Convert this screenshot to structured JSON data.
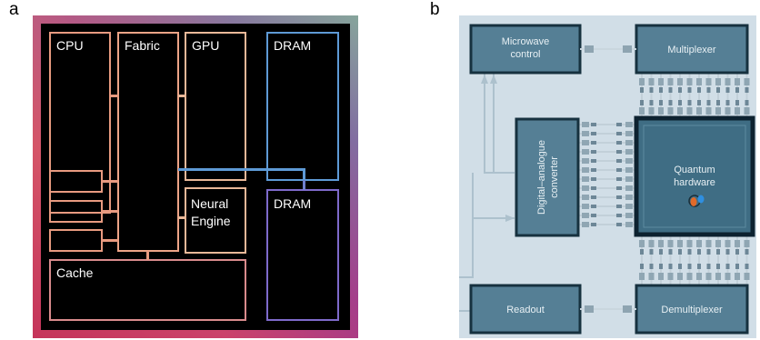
{
  "panels": {
    "a": {
      "letter": "a",
      "blocks": {
        "cpu": "CPU",
        "fabric": "Fabric",
        "gpu": "GPU",
        "dram_top": "DRAM",
        "neural_line1": "Neural",
        "neural_line2": "Engine",
        "dram_bottom": "DRAM",
        "cache": "Cache"
      },
      "colors": {
        "chip_bg": "#000000",
        "border_gradient": [
          "#e0785a",
          "#d2387a",
          "#6a2fa0",
          "#2f7fd6",
          "#35c6cc"
        ],
        "soc_outline": "#e8a07a",
        "dram_outline": "#5a8fc9"
      }
    },
    "b": {
      "letter": "b",
      "blocks": {
        "microwave_line1": "Microwave",
        "microwave_line2": "control",
        "multiplexer": "Multiplexer",
        "dac_line1": "Digital–analogue",
        "dac_line2": "converter",
        "quantum_line1": "Quantum",
        "quantum_line2": "hardware",
        "readout": "Readout",
        "demultiplexer": "Demultiplexer"
      },
      "colors": {
        "background": "#cfdde6",
        "block_fill": "#4e7c93",
        "block_border": "#16313f",
        "quantum_fill": "#3f6f86",
        "wire": "#a7bcc8",
        "text": "#e6eef2"
      }
    }
  }
}
